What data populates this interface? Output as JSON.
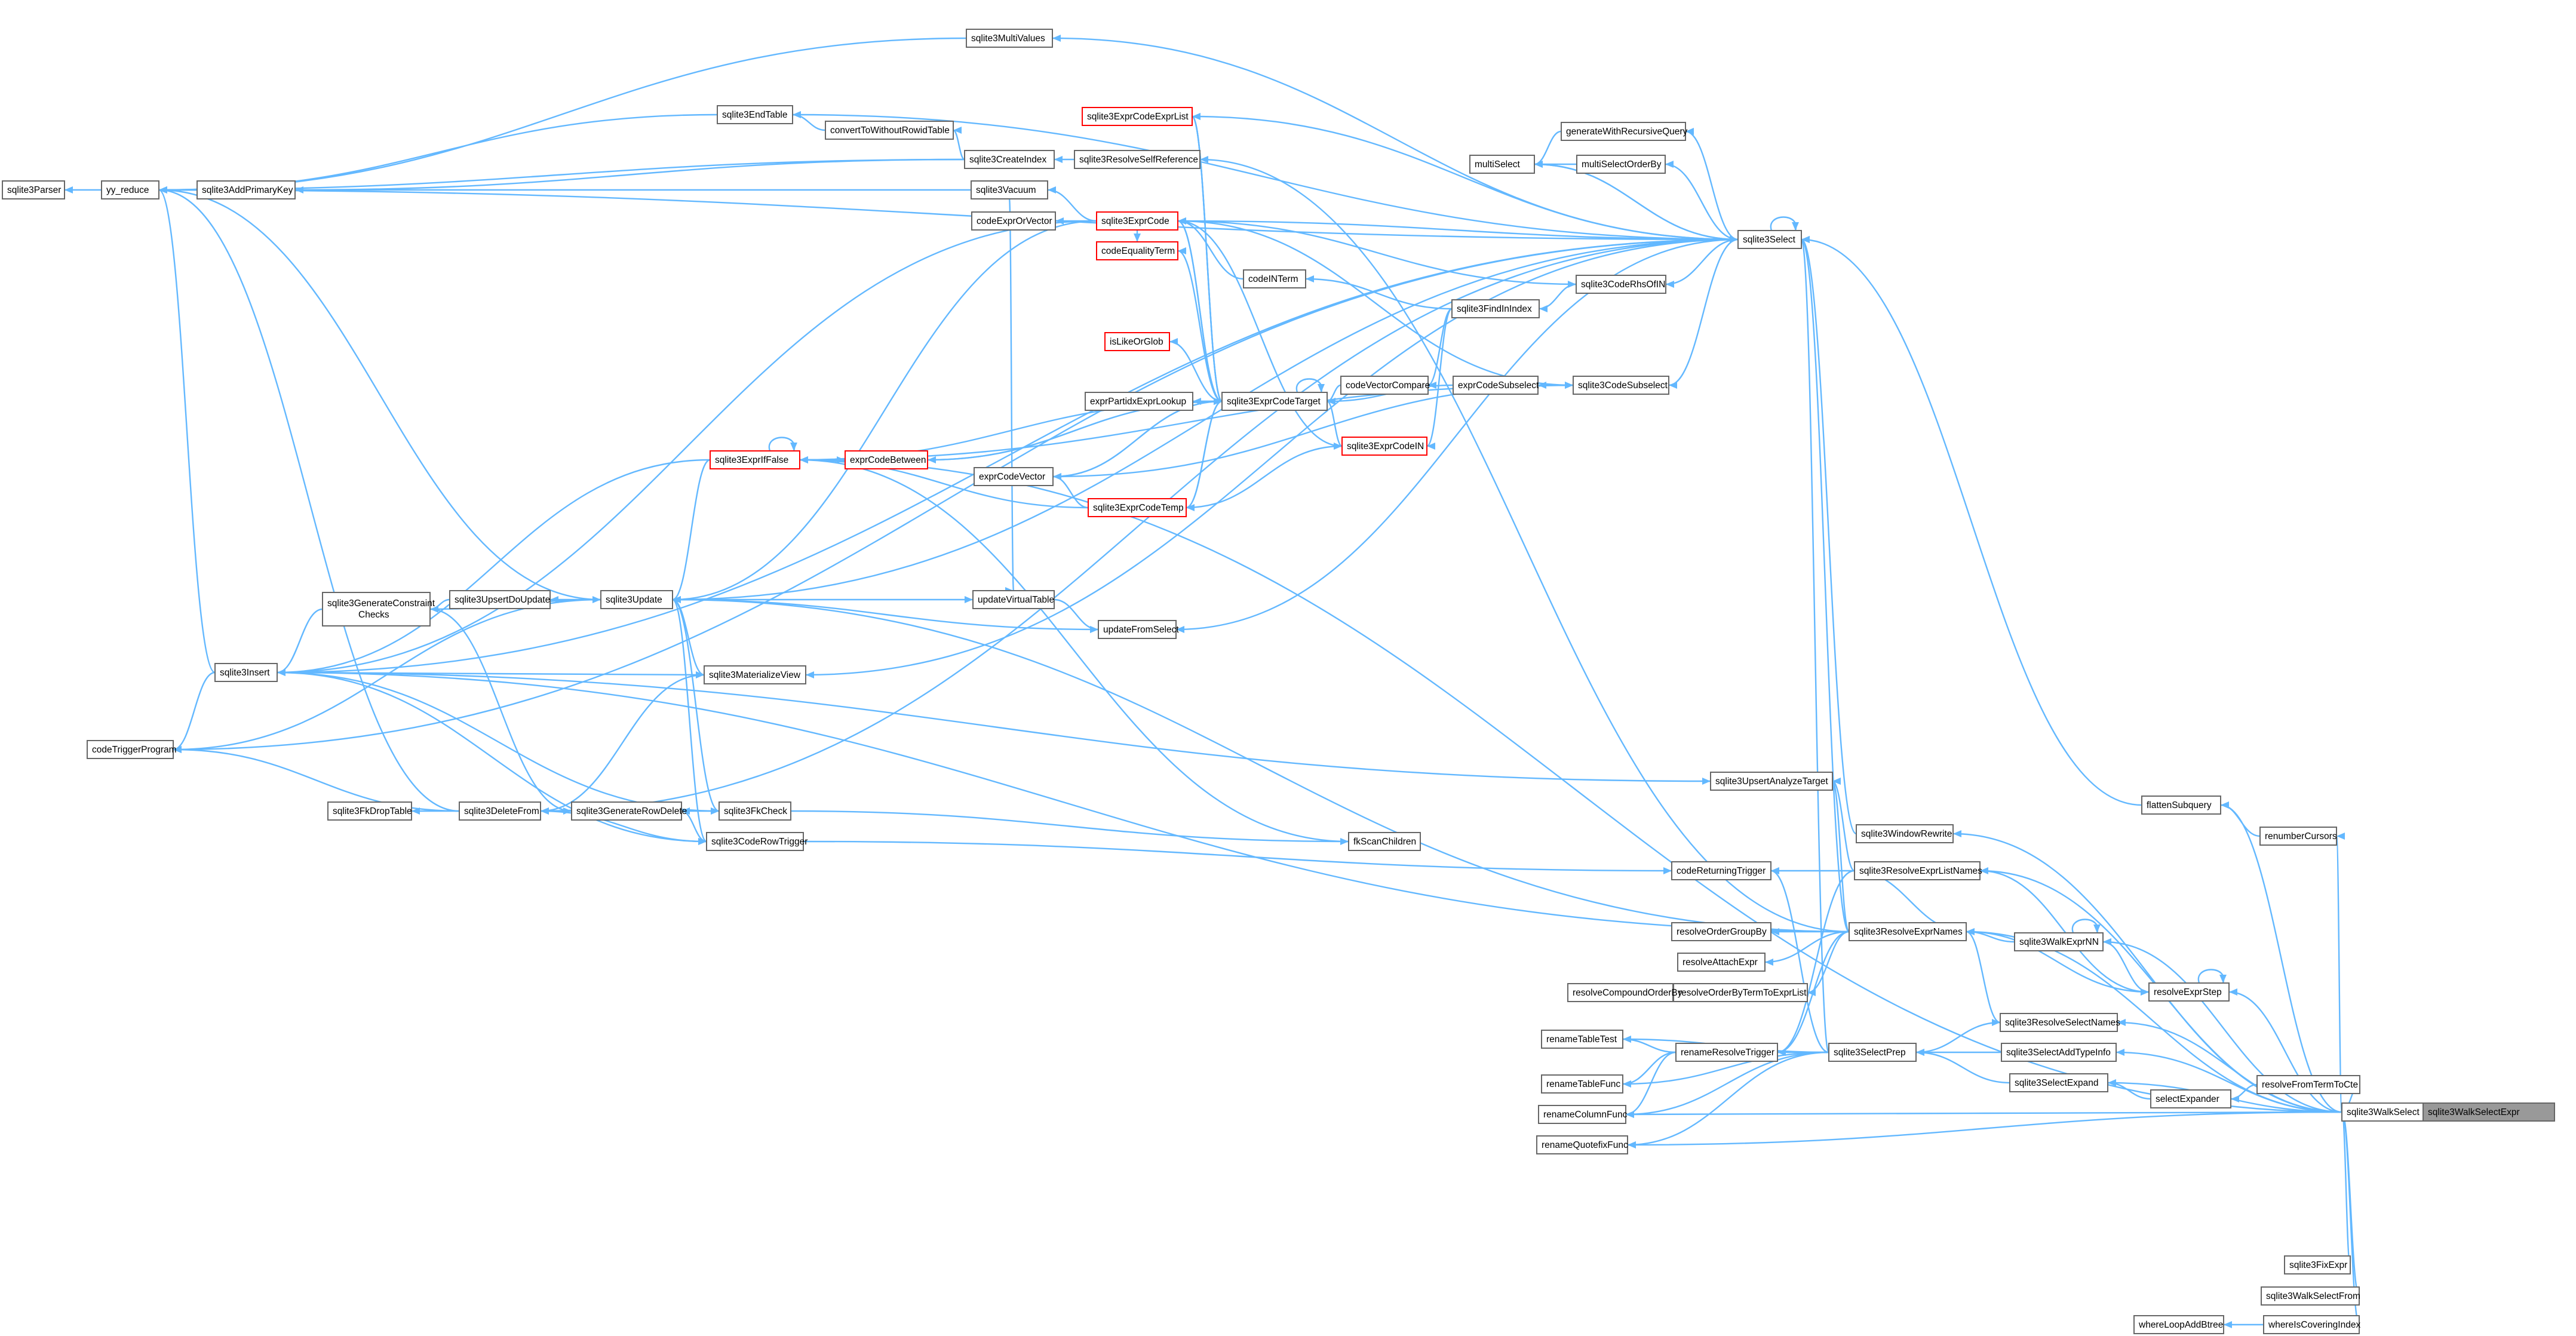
{
  "colors": {
    "edge": "#63b8ff",
    "border": "#666666",
    "highlight_border": "#ff0000",
    "focus_fill": "#999999",
    "background": "#ffffff"
  },
  "nodes": [
    {
      "id": "sqlite3WalkSelectExpr",
      "label": "sqlite3WalkSelectExpr",
      "focus": true
    },
    {
      "id": "sqlite3WalkSelect",
      "label": "sqlite3WalkSelect"
    },
    {
      "id": "flattenSubquery",
      "label": "flattenSubquery"
    },
    {
      "id": "renumberCursors",
      "label": "renumberCursors"
    },
    {
      "id": "resolveFromTermToCte",
      "label": "resolveFromTermToCte"
    },
    {
      "id": "sqlite3ExprIfFalse",
      "label": "sqlite3ExprIfFalse",
      "red": true
    },
    {
      "id": "sqlite3FixExpr",
      "label": "sqlite3FixExpr"
    },
    {
      "id": "sqlite3WalkSelectFrom",
      "label": "sqlite3WalkSelectFrom"
    },
    {
      "id": "whereIsCoveringIndex",
      "label": "whereIsCoveringIndex"
    },
    {
      "id": "whereLoopAddBtree",
      "label": "whereLoopAddBtree"
    },
    {
      "id": "sqlite3Select",
      "label": "sqlite3Select"
    },
    {
      "id": "sqlite3WindowRewrite",
      "label": "sqlite3WindowRewrite"
    },
    {
      "id": "sqlite3ResolveExprListNames",
      "label": "sqlite3ResolveExprListNames"
    },
    {
      "id": "sqlite3ResolveExprNames",
      "label": "sqlite3ResolveExprNames"
    },
    {
      "id": "sqlite3WalkExprNN",
      "label": "sqlite3WalkExprNN"
    },
    {
      "id": "resolveExprStep",
      "label": "resolveExprStep"
    },
    {
      "id": "sqlite3ResolveSelectNames",
      "label": "sqlite3ResolveSelectNames"
    },
    {
      "id": "sqlite3SelectAddTypeInfo",
      "label": "sqlite3SelectAddTypeInfo"
    },
    {
      "id": "sqlite3SelectExpand",
      "label": "sqlite3SelectExpand"
    },
    {
      "id": "selectExpander",
      "label": "selectExpander"
    },
    {
      "id": "sqlite3SelectPrep",
      "label": "sqlite3SelectPrep"
    },
    {
      "id": "renameResolveTrigger",
      "label": "renameResolveTrigger"
    },
    {
      "id": "renameTableTest",
      "label": "renameTableTest"
    },
    {
      "id": "renameTableFunc",
      "label": "renameTableFunc"
    },
    {
      "id": "renameColumnFunc",
      "label": "renameColumnFunc"
    },
    {
      "id": "renameQuotefixFunc",
      "label": "renameQuotefixFunc"
    },
    {
      "id": "codeReturningTrigger",
      "label": "codeReturningTrigger"
    },
    {
      "id": "resolveOrderGroupBy",
      "label": "resolveOrderGroupBy"
    },
    {
      "id": "resolveAttachExpr",
      "label": "resolveAttachExpr"
    },
    {
      "id": "resolveOrderByTermToExprList",
      "label": "resolveOrderByTermToExprList"
    },
    {
      "id": "resolveCompoundOrderBy",
      "label": "resolveCompoundOrderBy"
    },
    {
      "id": "sqlite3UpsertAnalyzeTarget",
      "label": "sqlite3UpsertAnalyzeTarget"
    },
    {
      "id": "sqlite3MultiValues",
      "label": "sqlite3MultiValues"
    },
    {
      "id": "sqlite3ExprCodeExprList",
      "label": "sqlite3ExprCodeExprList",
      "red": true
    },
    {
      "id": "sqlite3EndTable",
      "label": "sqlite3EndTable"
    },
    {
      "id": "convertToWithoutRowidTable",
      "label": "convertToWithoutRowidTable"
    },
    {
      "id": "sqlite3CreateIndex",
      "label": "sqlite3CreateIndex"
    },
    {
      "id": "sqlite3ResolveSelfReference",
      "label": "sqlite3ResolveSelfReference"
    },
    {
      "id": "sqlite3AddPrimaryKey",
      "label": "sqlite3AddPrimaryKey"
    },
    {
      "id": "sqlite3Vacuum",
      "label": "sqlite3Vacuum"
    },
    {
      "id": "codeExprOrVector",
      "label": "codeExprOrVector"
    },
    {
      "id": "sqlite3ExprCode",
      "label": "sqlite3ExprCode",
      "red": true
    },
    {
      "id": "codeEqualityTerm",
      "label": "codeEqualityTerm",
      "red": true
    },
    {
      "id": "codeINTerm",
      "label": "codeINTerm"
    },
    {
      "id": "isLikeOrGlob",
      "label": "isLikeOrGlob",
      "red": true
    },
    {
      "id": "exprPartidxExprLookup",
      "label": "exprPartidxExprLookup"
    },
    {
      "id": "sqlite3ExprCodeTarget",
      "label": "sqlite3ExprCodeTarget"
    },
    {
      "id": "codeVectorCompare",
      "label": "codeVectorCompare"
    },
    {
      "id": "exprCodeSubselect",
      "label": "exprCodeSubselect"
    },
    {
      "id": "sqlite3FindInIndex",
      "label": "sqlite3FindInIndex"
    },
    {
      "id": "sqlite3CodeRhsOfIN",
      "label": "sqlite3CodeRhsOfIN"
    },
    {
      "id": "sqlite3CodeSubselect",
      "label": "sqlite3CodeSubselect"
    },
    {
      "id": "sqlite3ExprCodeIN",
      "label": "sqlite3ExprCodeIN",
      "red": true
    },
    {
      "id": "multiSelect",
      "label": "multiSelect"
    },
    {
      "id": "generateWithRecursiveQuery",
      "label": "generateWithRecursiveQuery"
    },
    {
      "id": "multiSelectOrderBy",
      "label": "multiSelectOrderBy"
    },
    {
      "id": "exprCodeBetween",
      "label": "exprCodeBetween",
      "red": true
    },
    {
      "id": "exprCodeVector",
      "label": "exprCodeVector"
    },
    {
      "id": "sqlite3ExprCodeTemp",
      "label": "sqlite3ExprCodeTemp",
      "red": true
    },
    {
      "id": "sqlite3Parser",
      "label": "sqlite3Parser"
    },
    {
      "id": "yy_reduce",
      "label": "yy_reduce"
    },
    {
      "id": "sqlite3Insert",
      "label": "sqlite3Insert"
    },
    {
      "id": "codeTriggerProgram",
      "label": "codeTriggerProgram"
    },
    {
      "id": "sqlite3GenerateConstraintChecks",
      "label": "sqlite3GenerateConstraint\nChecks"
    },
    {
      "id": "sqlite3UpsertDoUpdate",
      "label": "sqlite3UpsertDoUpdate"
    },
    {
      "id": "sqlite3Update",
      "label": "sqlite3Update"
    },
    {
      "id": "updateVirtualTable",
      "label": "updateVirtualTable"
    },
    {
      "id": "updateFromSelect",
      "label": "updateFromSelect"
    },
    {
      "id": "sqlite3MaterializeView",
      "label": "sqlite3MaterializeView"
    },
    {
      "id": "sqlite3FkDropTable",
      "label": "sqlite3FkDropTable"
    },
    {
      "id": "sqlite3DeleteFrom",
      "label": "sqlite3DeleteFrom"
    },
    {
      "id": "sqlite3GenerateRowDelete",
      "label": "sqlite3GenerateRowDelete"
    },
    {
      "id": "sqlite3FkCheck",
      "label": "sqlite3FkCheck"
    },
    {
      "id": "sqlite3CodeRowTrigger",
      "label": "sqlite3CodeRowTrigger"
    },
    {
      "id": "fkScanChildren",
      "label": "fkScanChildren"
    }
  ],
  "edges": [
    [
      "sqlite3WalkSelect",
      "sqlite3WalkSelectExpr"
    ],
    [
      "flattenSubquery",
      "sqlite3WalkSelect"
    ],
    [
      "renumberCursors",
      "sqlite3WalkSelect"
    ],
    [
      "resolveFromTermToCte",
      "sqlite3WalkSelect"
    ],
    [
      "sqlite3ExprIfFalse",
      "sqlite3WalkSelect"
    ],
    [
      "sqlite3FixExpr",
      "sqlite3WalkSelect"
    ],
    [
      "sqlite3WalkSelectFrom",
      "sqlite3WalkSelect"
    ],
    [
      "whereIsCoveringIndex",
      "sqlite3WalkSelect"
    ],
    [
      "whereLoopAddBtree",
      "whereIsCoveringIndex"
    ],
    [
      "sqlite3Select",
      "flattenSubquery"
    ],
    [
      "flattenSubquery",
      "renumberCursors"
    ],
    [
      "sqlite3WindowRewrite",
      "sqlite3WalkSelect"
    ],
    [
      "sqlite3ResolveExprListNames",
      "sqlite3WalkSelect"
    ],
    [
      "sqlite3ResolveExprNames",
      "sqlite3WalkSelect"
    ],
    [
      "sqlite3WalkExprNN",
      "sqlite3WalkSelect"
    ],
    [
      "resolveExprStep",
      "sqlite3WalkSelect"
    ],
    [
      "sqlite3ResolveSelectNames",
      "sqlite3WalkSelect"
    ],
    [
      "sqlite3SelectAddTypeInfo",
      "sqlite3WalkSelect"
    ],
    [
      "sqlite3SelectExpand",
      "sqlite3WalkSelect"
    ],
    [
      "selectExpander",
      "resolveFromTermToCte"
    ],
    [
      "sqlite3SelectExpand",
      "selectExpander"
    ],
    [
      "sqlite3SelectPrep",
      "sqlite3ResolveSelectNames"
    ],
    [
      "sqlite3SelectPrep",
      "sqlite3SelectAddTypeInfo"
    ],
    [
      "sqlite3SelectPrep",
      "sqlite3SelectExpand"
    ],
    [
      "renameColumnFunc",
      "sqlite3WalkSelect"
    ],
    [
      "renameQuotefixFunc",
      "sqlite3WalkSelect"
    ],
    [
      "sqlite3Select",
      "sqlite3WindowRewrite"
    ],
    [
      "sqlite3ResolveExprNames",
      "sqlite3WalkExprNN"
    ],
    [
      "sqlite3WalkExprNN",
      "sqlite3WalkExprNN"
    ],
    [
      "sqlite3WalkExprNN",
      "resolveExprStep"
    ],
    [
      "resolveExprStep",
      "resolveExprStep"
    ],
    [
      "resolveExprStep",
      "sqlite3ResolveExprListNames"
    ],
    [
      "resolveExprStep",
      "sqlite3ResolveExprNames"
    ],
    [
      "sqlite3ResolveExprListNames",
      "sqlite3ResolveExprNames"
    ],
    [
      "sqlite3ResolveSelectNames",
      "sqlite3ResolveExprNames"
    ],
    [
      "resolveOrderGroupBy",
      "sqlite3ResolveExprNames"
    ],
    [
      "resolveAttachExpr",
      "sqlite3ResolveExprNames"
    ],
    [
      "resolveOrderByTermToExprList",
      "sqlite3ResolveExprNames"
    ],
    [
      "resolveCompoundOrderBy",
      "resolveOrderByTermToExprList"
    ],
    [
      "renameResolveTrigger",
      "sqlite3ResolveExprNames"
    ],
    [
      "renameResolveTrigger",
      "sqlite3ResolveExprListNames"
    ],
    [
      "renameResolveTrigger",
      "sqlite3SelectPrep"
    ],
    [
      "renameTableTest",
      "renameResolveTrigger"
    ],
    [
      "renameTableFunc",
      "renameResolveTrigger"
    ],
    [
      "renameColumnFunc",
      "renameResolveTrigger"
    ],
    [
      "renameTableTest",
      "sqlite3SelectPrep"
    ],
    [
      "renameTableFunc",
      "sqlite3SelectPrep"
    ],
    [
      "renameColumnFunc",
      "sqlite3SelectPrep"
    ],
    [
      "renameQuotefixFunc",
      "sqlite3SelectPrep"
    ],
    [
      "codeReturningTrigger",
      "sqlite3ResolveExprListNames"
    ],
    [
      "codeReturningTrigger",
      "sqlite3SelectPrep"
    ],
    [
      "sqlite3UpsertAnalyzeTarget",
      "sqlite3ResolveExprListNames"
    ],
    [
      "sqlite3UpsertAnalyzeTarget",
      "sqlite3ResolveExprNames"
    ],
    [
      "sqlite3Select",
      "sqlite3SelectPrep"
    ],
    [
      "sqlite3Select",
      "sqlite3ResolveExprNames"
    ],
    [
      "sqlite3Select",
      "sqlite3Select"
    ],
    [
      "sqlite3MultiValues",
      "sqlite3Select"
    ],
    [
      "sqlite3ExprCodeExprList",
      "sqlite3Select"
    ],
    [
      "sqlite3EndTable",
      "sqlite3Select"
    ],
    [
      "sqlite3CreateIndex",
      "sqlite3ResolveSelfReference"
    ],
    [
      "sqlite3ResolveSelfReference",
      "sqlite3ResolveExprNames"
    ],
    [
      "sqlite3ExprCode",
      "sqlite3Select"
    ],
    [
      "sqlite3CodeSubselect",
      "sqlite3Select"
    ],
    [
      "sqlite3CodeRhsOfIN",
      "sqlite3Select"
    ],
    [
      "multiSelect",
      "sqlite3Select"
    ],
    [
      "generateWithRecursiveQuery",
      "sqlite3Select"
    ],
    [
      "multiSelectOrderBy",
      "sqlite3Select"
    ],
    [
      "sqlite3Select",
      "multiSelect"
    ],
    [
      "multiSelect",
      "generateWithRecursiveQuery"
    ],
    [
      "multiSelect",
      "multiSelectOrderBy"
    ],
    [
      "sqlite3Insert",
      "sqlite3Select"
    ],
    [
      "updateFromSelect",
      "sqlite3Select"
    ],
    [
      "sqlite3Update",
      "sqlite3Select"
    ],
    [
      "sqlite3MaterializeView",
      "sqlite3Select"
    ],
    [
      "codeTriggerProgram",
      "sqlite3Select"
    ],
    [
      "yy_reduce",
      "sqlite3Select"
    ],
    [
      "sqlite3ExprCodeTarget",
      "sqlite3ExprCodeExprList"
    ],
    [
      "sqlite3ExprCodeTarget",
      "sqlite3ExprCode"
    ],
    [
      "sqlite3ExprCodeTarget",
      "sqlite3ExprCodeTarget"
    ],
    [
      "exprPartidxExprLookup",
      "sqlite3ExprCodeTarget"
    ],
    [
      "sqlite3ExprCodeTarget",
      "exprPartidxExprLookup"
    ],
    [
      "exprCodeSubselect",
      "sqlite3CodeSubselect"
    ],
    [
      "sqlite3ExprCodeTarget",
      "exprCodeSubselect"
    ],
    [
      "sqlite3ExprCodeTarget",
      "codeVectorCompare"
    ],
    [
      "codeVectorCompare",
      "sqlite3FindInIndex"
    ],
    [
      "sqlite3FindInIndex",
      "sqlite3CodeRhsOfIN"
    ],
    [
      "sqlite3ExprCodeIN",
      "sqlite3FindInIndex"
    ],
    [
      "codeINTerm",
      "sqlite3FindInIndex"
    ],
    [
      "sqlite3ExprCodeTarget",
      "sqlite3ExprCodeIN"
    ],
    [
      "sqlite3ExprCodeIN",
      "sqlite3ExprCode"
    ],
    [
      "sqlite3ExprCodeIN",
      "sqlite3ExprCodeTemp"
    ],
    [
      "sqlite3ExprCodeTemp",
      "sqlite3ExprCodeTarget"
    ],
    [
      "sqlite3ExprCodeTarget",
      "sqlite3ExprCodeTemp"
    ],
    [
      "exprCodeVector",
      "sqlite3ExprCodeTarget"
    ],
    [
      "sqlite3ExprCodeTarget",
      "exprCodeVector"
    ],
    [
      "exprCodeVector",
      "sqlite3ExprCodeTemp"
    ],
    [
      "exprCodeBetween",
      "sqlite3ExprCodeTarget"
    ],
    [
      "sqlite3ExprCodeTarget",
      "exprCodeBetween"
    ],
    [
      "exprCodeBetween",
      "sqlite3ExprIfFalse"
    ],
    [
      "sqlite3ExprIfFalse",
      "exprCodeBetween"
    ],
    [
      "sqlite3ExprIfFalse",
      "sqlite3ExprIfFalse"
    ],
    [
      "sqlite3ExprIfFalse",
      "sqlite3ExprCodeTemp"
    ],
    [
      "sqlite3ExprIfFalse",
      "sqlite3ExprCodeTarget"
    ],
    [
      "isLikeOrGlob",
      "sqlite3ExprCodeTarget"
    ],
    [
      "codeEqualityTerm",
      "sqlite3ExprCodeTarget"
    ],
    [
      "codeExprOrVector",
      "sqlite3ExprCode"
    ],
    [
      "sqlite3ExprCode",
      "sqlite3ExprCodeTarget"
    ],
    [
      "sqlite3ExprCodeExprList",
      "sqlite3ExprCodeTarget"
    ],
    [
      "sqlite3ExprCode",
      "codeINTerm"
    ],
    [
      "sqlite3Update",
      "sqlite3ExprIfFalse"
    ],
    [
      "sqlite3Insert",
      "sqlite3ExprIfFalse"
    ],
    [
      "sqlite3Insert",
      "sqlite3ExprCode"
    ],
    [
      "sqlite3Update",
      "sqlite3ExprCode"
    ],
    [
      "sqlite3Vacuum",
      "sqlite3ExprCode"
    ],
    [
      "yy_reduce",
      "sqlite3Vacuum"
    ],
    [
      "yy_reduce",
      "sqlite3MultiValues"
    ],
    [
      "yy_reduce",
      "sqlite3EndTable"
    ],
    [
      "sqlite3EndTable",
      "convertToWithoutRowidTable"
    ],
    [
      "convertToWithoutRowidTable",
      "sqlite3CreateIndex"
    ],
    [
      "yy_reduce",
      "sqlite3CreateIndex"
    ],
    [
      "sqlite3AddPrimaryKey",
      "sqlite3CreateIndex"
    ],
    [
      "yy_reduce",
      "sqlite3AddPrimaryKey"
    ],
    [
      "sqlite3Parser",
      "yy_reduce"
    ],
    [
      "yy_reduce",
      "sqlite3Insert"
    ],
    [
      "yy_reduce",
      "sqlite3Update"
    ],
    [
      "yy_reduce",
      "sqlite3DeleteFrom"
    ],
    [
      "sqlite3Insert",
      "sqlite3GenerateConstraintChecks"
    ],
    [
      "sqlite3GenerateConstraintChecks",
      "sqlite3UpsertDoUpdate"
    ],
    [
      "sqlite3UpsertDoUpdate",
      "sqlite3Update"
    ],
    [
      "sqlite3Update",
      "sqlite3GenerateConstraintChecks"
    ],
    [
      "updateVirtualTable",
      "sqlite3Update"
    ],
    [
      "updateFromSelect",
      "sqlite3Update"
    ],
    [
      "updateFromSelect",
      "updateVirtualTable"
    ],
    [
      "updateVirtualTable",
      "sqlite3Vacuum"
    ],
    [
      "codeTriggerProgram",
      "sqlite3Insert"
    ],
    [
      "codeTriggerProgram",
      "sqlite3Update"
    ],
    [
      "codeTriggerProgram",
      "sqlite3DeleteFrom"
    ],
    [
      "sqlite3MaterializeView",
      "sqlite3Update"
    ],
    [
      "sqlite3MaterializeView",
      "sqlite3Insert"
    ],
    [
      "sqlite3DeleteFrom",
      "sqlite3MaterializeView"
    ],
    [
      "sqlite3FkDropTable",
      "sqlite3DeleteFrom"
    ],
    [
      "sqlite3DeleteFrom",
      "sqlite3GenerateRowDelete"
    ],
    [
      "sqlite3GenerateRowDelete",
      "sqlite3GenerateConstraintChecks"
    ],
    [
      "sqlite3GenerateRowDelete",
      "sqlite3FkCheck"
    ],
    [
      "sqlite3GenerateRowDelete",
      "sqlite3CodeRowTrigger"
    ],
    [
      "sqlite3FkCheck",
      "sqlite3Update"
    ],
    [
      "sqlite3FkCheck",
      "sqlite3Insert"
    ],
    [
      "sqlite3CodeRowTrigger",
      "sqlite3Update"
    ],
    [
      "sqlite3CodeRowTrigger",
      "sqlite3Insert"
    ],
    [
      "sqlite3CodeRowTrigger",
      "sqlite3DeleteFrom"
    ],
    [
      "fkScanChildren",
      "sqlite3FkCheck"
    ],
    [
      "sqlite3ExprIfFalse",
      "fkScanChildren"
    ],
    [
      "sqlite3UpsertAnalyzeTarget",
      "sqlite3Insert"
    ],
    [
      "codeReturningTrigger",
      "sqlite3CodeRowTrigger"
    ],
    [
      "sqlite3Update",
      "sqlite3ResolveExprNames"
    ],
    [
      "sqlite3Insert",
      "sqlite3ResolveExprNames"
    ],
    [
      "codeEqualityTerm",
      "sqlite3ExprCode"
    ],
    [
      "sqlite3CodeRhsOfIN",
      "sqlite3ExprCode"
    ],
    [
      "sqlite3CodeSubselect",
      "sqlite3ExprCode"
    ],
    [
      "sqlite3CodeSubselect",
      "sqlite3ExprIfFalse"
    ],
    [
      "sqlite3CodeSubselect",
      "exprCodeVector"
    ],
    [
      "sqlite3ExprCodeTarget",
      "sqlite3ExprCodeExprList"
    ],
    [
      "sqlite3DeleteFrom",
      "sqlite3Select"
    ]
  ]
}
